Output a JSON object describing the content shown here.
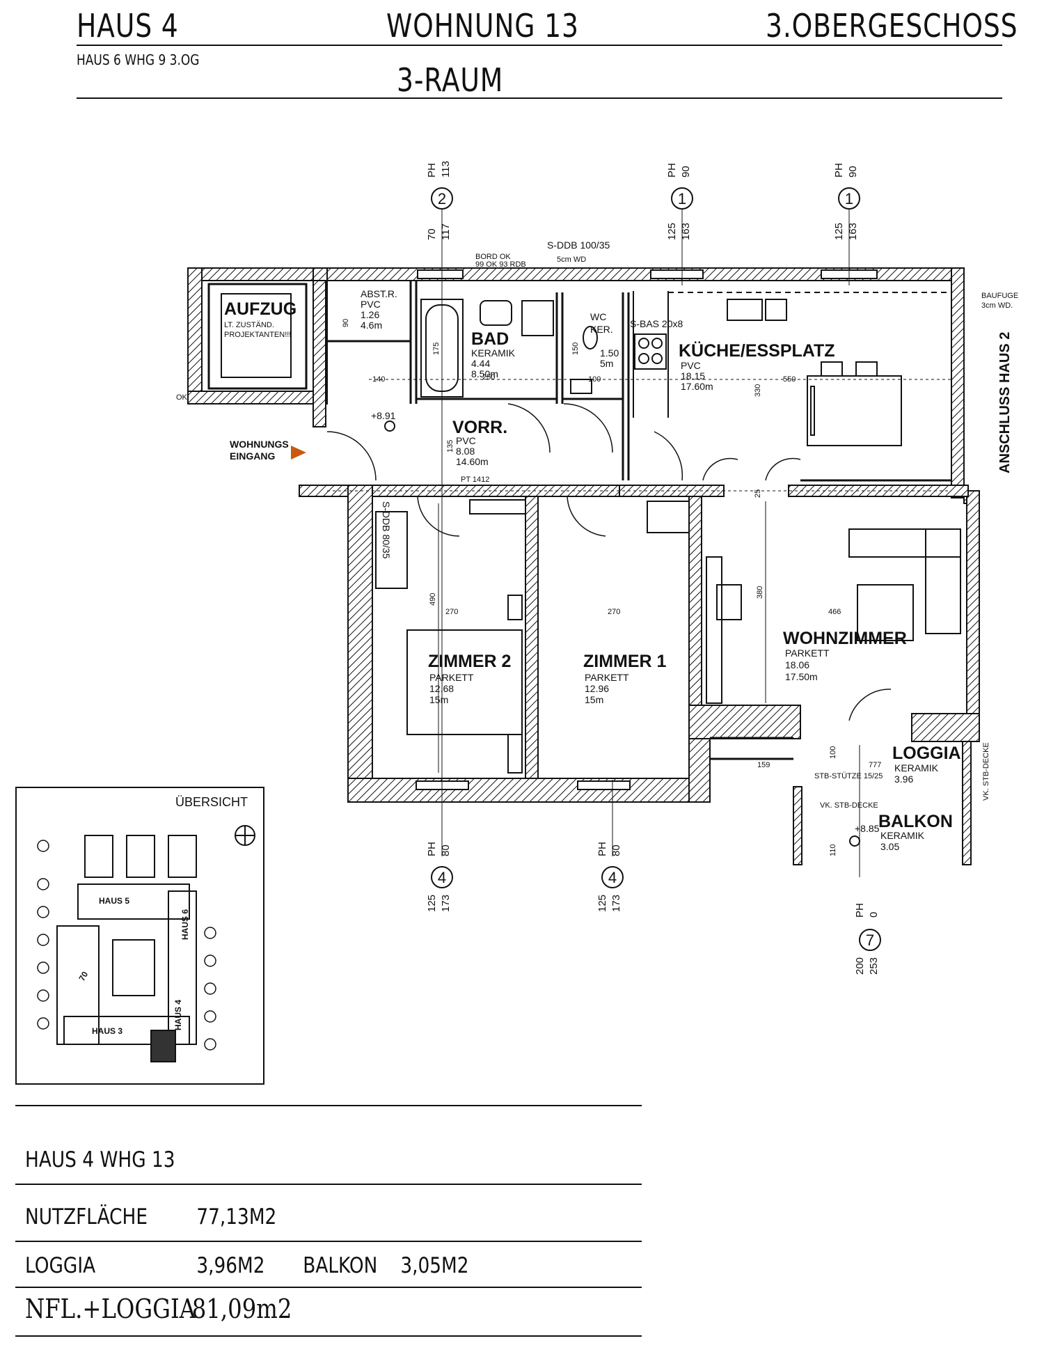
{
  "header": {
    "haus": "HAUS 4",
    "wohnung": "WOHNUNG 13",
    "geschoss": "3.OBERGESCHOSS",
    "sub": "HAUS 6 WHG 9 3.OG",
    "raum": "3-RAUM"
  },
  "plan": {
    "rooms": {
      "aufzug": {
        "name": "AUFZUG",
        "note1": "LT. ZUSTÄND.",
        "note2": "PROJEKTANTEN!!!"
      },
      "abstr": {
        "name": "ABST.R.",
        "floor": "PVC",
        "area": "1.26",
        "perim": "4.6m"
      },
      "bad": {
        "name": "BAD",
        "floor": "KERAMIK",
        "area": "4.44",
        "perim": "8.50m"
      },
      "wc": {
        "name": "WC",
        "floor": "KER.",
        "area": "1.50",
        "perim": "5m"
      },
      "kueche": {
        "name": "KÜCHE/ESSPLATZ",
        "floor": "PVC",
        "area": "18.15",
        "perim": "17.60m"
      },
      "vorr": {
        "name": "VORR.",
        "floor": "PVC",
        "area": "8.08",
        "perim": "14.60m"
      },
      "zimmer2": {
        "name": "ZIMMER 2",
        "floor": "PARKETT",
        "area": "12.68",
        "perim": "15m"
      },
      "zimmer1": {
        "name": "ZIMMER 1",
        "floor": "PARKETT",
        "area": "12.96",
        "perim": "15m"
      },
      "wohnzimmer": {
        "name": "WOHNZIMMER",
        "floor": "PARKETT",
        "area": "18.06",
        "perim": "17.50m"
      },
      "loggia": {
        "name": "LOGGIA",
        "floor": "KERAMIK",
        "area": "3.96"
      },
      "balkon": {
        "name": "BALKON",
        "floor": "KERAMIK",
        "area": "3.05"
      }
    },
    "labels": {
      "eingang1": "WOHNUNGS",
      "eingang2": "EINGANG",
      "anschluss": "ANSCHLUSS HAUS 2",
      "baufuge1": "BAUFUGE",
      "baufuge2": "3cm WD.",
      "sddb": "S-DDB 100/35",
      "sddb_sub": "5cm WD",
      "bord1": "BORD OK",
      "bord2": "99 OK 93 RDB",
      "sbas": "S-BAS 20x8",
      "sdd_v": "S-DDB 80/35",
      "pt": "PT 1412",
      "stb_stuetze": "STB-STÜTZE 15/25",
      "vk_decke": "VK. STB-DECKE",
      "vk_decke_v": "VK. STB-DECKE",
      "level1": "+8.91",
      "level2": "+8.85",
      "ok": "OK",
      "dims": {
        "d90": "90",
        "d175": "175",
        "d150": "150",
        "d140": "140",
        "d100": "100",
        "d250": "250",
        "d550": "550",
        "d330": "330",
        "d135": "135",
        "d25": "25",
        "d490": "490",
        "d270a": "270",
        "d270b": "270",
        "d380": "380",
        "d466": "466",
        "d159": "159",
        "d777": "777",
        "d100b": "100",
        "d110": "110"
      }
    },
    "windows": [
      {
        "num": "2",
        "ph": "PH",
        "ph_val": "113",
        "a": "70",
        "b": "117"
      },
      {
        "num": "1",
        "ph": "PH",
        "ph_val": "90",
        "a": "125",
        "b": "163"
      },
      {
        "num": "1",
        "ph": "PH",
        "ph_val": "90",
        "a": "125",
        "b": "163"
      },
      {
        "num": "4",
        "ph": "PH",
        "ph_val": "80",
        "a": "125",
        "b": "173"
      },
      {
        "num": "4",
        "ph": "PH",
        "ph_val": "80",
        "a": "125",
        "b": "173"
      },
      {
        "num": "7",
        "ph": "PH",
        "ph_val": "0",
        "a": "200",
        "b": "253"
      }
    ]
  },
  "overview": {
    "title": "ÜBERSICHT",
    "haus5": "HAUS 5",
    "haus6": "HAUS 6",
    "haus3": "HAUS 3",
    "haus4": "HAUS 4",
    "h70": "70"
  },
  "summary": {
    "title": "HAUS 4 WHG 13",
    "nutzflaeche_label": "NUTZFLÄCHE",
    "nutzflaeche_value": "77,13M2",
    "loggia_label": "LOGGIA",
    "loggia_value": "3,96M2",
    "balkon_label": "BALKON",
    "balkon_value": "3,05M2",
    "total_label": "NFL.+LOGGIA",
    "total_value": "81,09m2"
  }
}
